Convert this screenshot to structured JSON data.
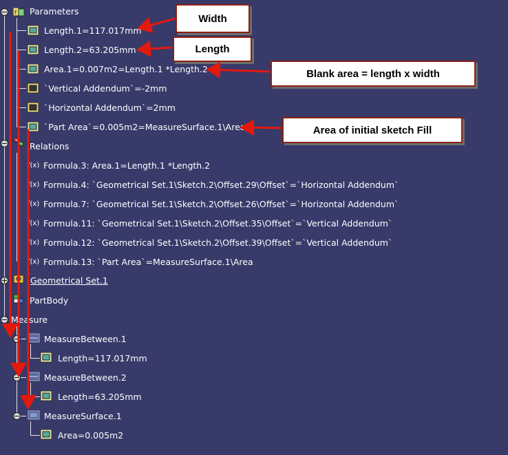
{
  "tree": {
    "parameters": {
      "label": "Parameters",
      "items": [
        "Length.1=117.017mm",
        "Length.2=63.205mm",
        "Area.1=0.007m2=Length.1 *Length.2",
        "`Vertical Addendum`=-2mm",
        "`Horizontal Addendum`=2mm",
        "`Part Area`=0.005m2=MeasureSurface.1\\Area"
      ]
    },
    "relations": {
      "label": "Relations",
      "items": [
        "Formula.3: Area.1=Length.1 *Length.2",
        "Formula.4: `Geometrical Set.1\\Sketch.2\\Offset.29\\Offset`=`Horizontal Addendum`",
        "Formula.7: `Geometrical Set.1\\Sketch.2\\Offset.26\\Offset`=`Horizontal Addendum`",
        "Formula.11: `Geometrical Set.1\\Sketch.2\\Offset.35\\Offset`=`Vertical Addendum`",
        "Formula.12: `Geometrical Set.1\\Sketch.2\\Offset.39\\Offset`=`Vertical Addendum`",
        "Formula.13: `Part Area`=MeasureSurface.1\\Area"
      ]
    },
    "geometrical_set": "Geometrical Set.1",
    "part_body": "PartBody",
    "measure": {
      "label": "Measure",
      "between1": "MeasureBetween.1",
      "between1_length": "Length=117.017mm",
      "between2": "MeasureBetween.2",
      "between2_length": "Length=63.205mm",
      "surface": "MeasureSurface.1",
      "surface_area": "Area=0.005m2"
    }
  },
  "callouts": {
    "width": "Width",
    "length": "Length",
    "blank_area": "Blank area = length x width",
    "area_fill": "Area of initial sketch Fill"
  },
  "colors": {
    "background": "#383a6a",
    "arrow": "#e4190d",
    "callout_border": "#8b1f12"
  }
}
